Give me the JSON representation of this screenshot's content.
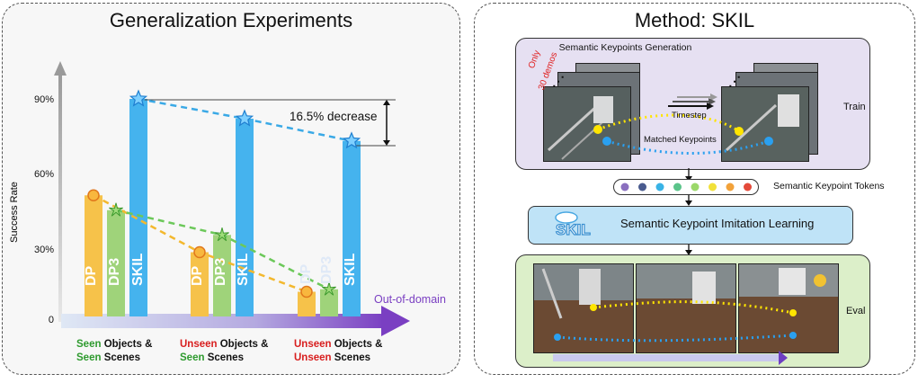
{
  "left": {
    "title": "Generalization Experiments",
    "ylabel": "Success Rate",
    "yticks": [
      "90%",
      "60%",
      "30%",
      "0"
    ],
    "annotation": "16.5% decrease",
    "axis_arrow_label": "Out-of-domain",
    "bar_names": [
      "DP",
      "DP3",
      "SKIL"
    ],
    "groups": [
      {
        "line1_colored": "Seen",
        "line1_rest": " Objects &",
        "line2_colored": "Seen",
        "line2_rest": " Scenes"
      },
      {
        "line1_colored": "Unseen",
        "line1_rest": " Objects &",
        "line2_colored": "Seen",
        "line2_rest": " Scenes"
      },
      {
        "line1_colored": "Unseen",
        "line1_rest": " Objects &",
        "line2_colored": "Unseen",
        "line2_rest": " Scenes"
      }
    ]
  },
  "chart_data": {
    "type": "bar",
    "title": "Generalization Experiments",
    "ylabel": "Success Rate",
    "ylim": [
      0,
      100
    ],
    "categories": [
      "Seen Objects & Seen Scenes",
      "Unseen Objects & Seen Scenes",
      "Unseen Objects & Unseen Scenes"
    ],
    "series": [
      {
        "name": "DP",
        "values": [
          49,
          26,
          10
        ],
        "color": "#f6c24a"
      },
      {
        "name": "DP3",
        "values": [
          43,
          33,
          11
        ],
        "color": "#9fd37a"
      },
      {
        "name": "SKIL",
        "values": [
          88,
          80,
          71
        ],
        "color": "#45b3ee"
      }
    ]
  },
  "right": {
    "title": "Method: SKIL",
    "gen_title": "Semantic Keypoints Generation",
    "demo_note_1": "Only",
    "demo_note_2": "30 demos",
    "timestep": "Timestep",
    "matched": "Matched Keypoints",
    "train": "Train",
    "tokens_label": "Semantic Keypoint Tokens",
    "token_colors": [
      "#8a6fbf",
      "#4a5b8f",
      "#39b3e6",
      "#5bc48a",
      "#9bd86a",
      "#f1e13a",
      "#f2a23a",
      "#e44a3a"
    ],
    "logo": "SKIL",
    "learning": "Semantic Keypoint Imitation Learning",
    "eval": "Eval"
  },
  "colors": {
    "accent_purple": "#7a3fc2",
    "keypoint_yellow": "#ffe500",
    "keypoint_blue": "#2aa0f0"
  }
}
